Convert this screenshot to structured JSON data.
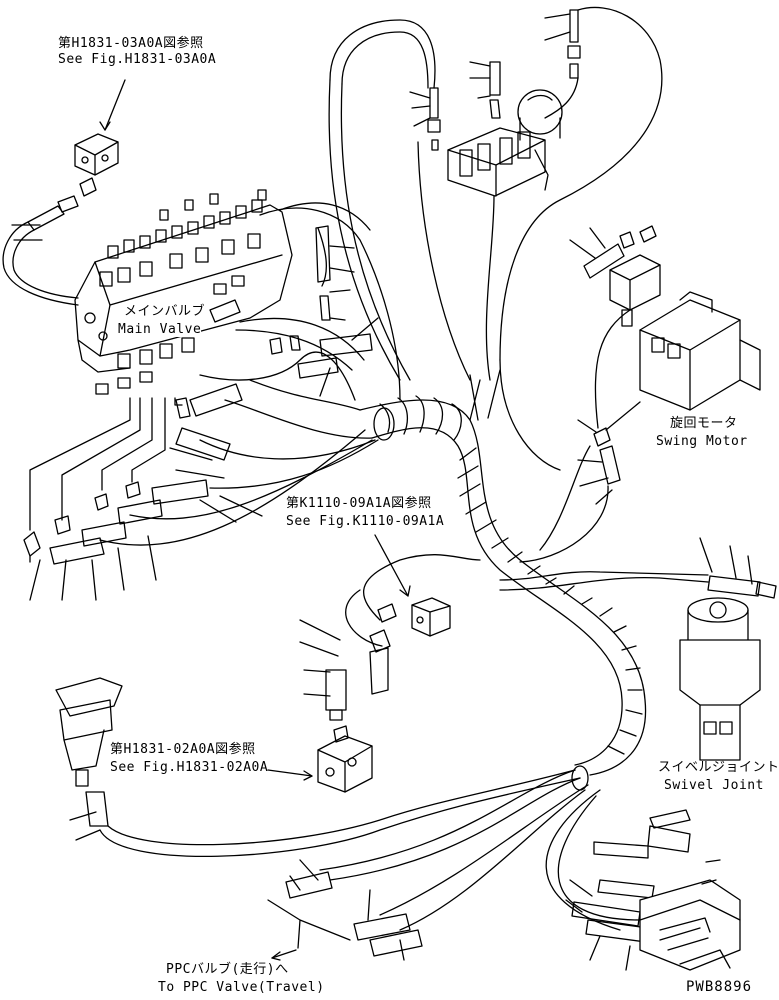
{
  "refs": {
    "h1831_03a0a": {
      "jp": "第H1831-03A0A図参照",
      "en": "See Fig.H1831-03A0A"
    },
    "k1110_09a1a": {
      "jp": "第K1110-09A1A図参照",
      "en": "See Fig.K1110-09A1A"
    },
    "h1831_02a0a": {
      "jp": "第H1831-02A0A図参照",
      "en": "See Fig.H1831-02A0A"
    }
  },
  "components": {
    "main_valve": {
      "jp": "メインバルブ",
      "en": "Main Valve"
    },
    "swing_motor": {
      "jp": "旋回モータ",
      "en": "Swing Motor"
    },
    "swivel_joint": {
      "jp": "スイベルジョイント",
      "en": "Swivel Joint"
    },
    "ppc_valve": {
      "jp": "PPCバルブ(走行)へ",
      "en": "To PPC Valve(Travel)"
    }
  },
  "drawing_code": "PWB8896"
}
